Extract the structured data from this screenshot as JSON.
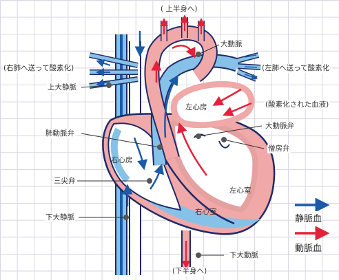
{
  "labels": {
    "upper_body": "( 上半身へ)",
    "lower_body": "(下半身へ)",
    "right_lung": "(右肺へ送って酸素化)",
    "left_lung": "(左肺へ送って酸素化",
    "oxygenated": "(酸素化された血液)",
    "aorta": "大動脈",
    "superior_vena_cava": "上大静脈",
    "left_atrium": "左心房",
    "aortic_valve": "大動脈弁",
    "pulmonary_valve": "肺動脈弁",
    "mitral_valve": "僧房弁",
    "right_atrium": "右心房",
    "tricuspid_valve": "三尖弁",
    "left_ventricle": "左心室",
    "right_ventricle": "右心室",
    "inferior_vena_cava": "下大静脈",
    "descending_aorta": "下大動脈"
  },
  "legend": {
    "venous": "静脈血",
    "arterial": "動脈血"
  },
  "colors": {
    "venous_blue": "#1a5aa8",
    "venous_light": "#86c2e8",
    "arterial_red": "#e5203a",
    "arterial_pink": "#f0a8a8",
    "outline": "#1f2a6a"
  }
}
